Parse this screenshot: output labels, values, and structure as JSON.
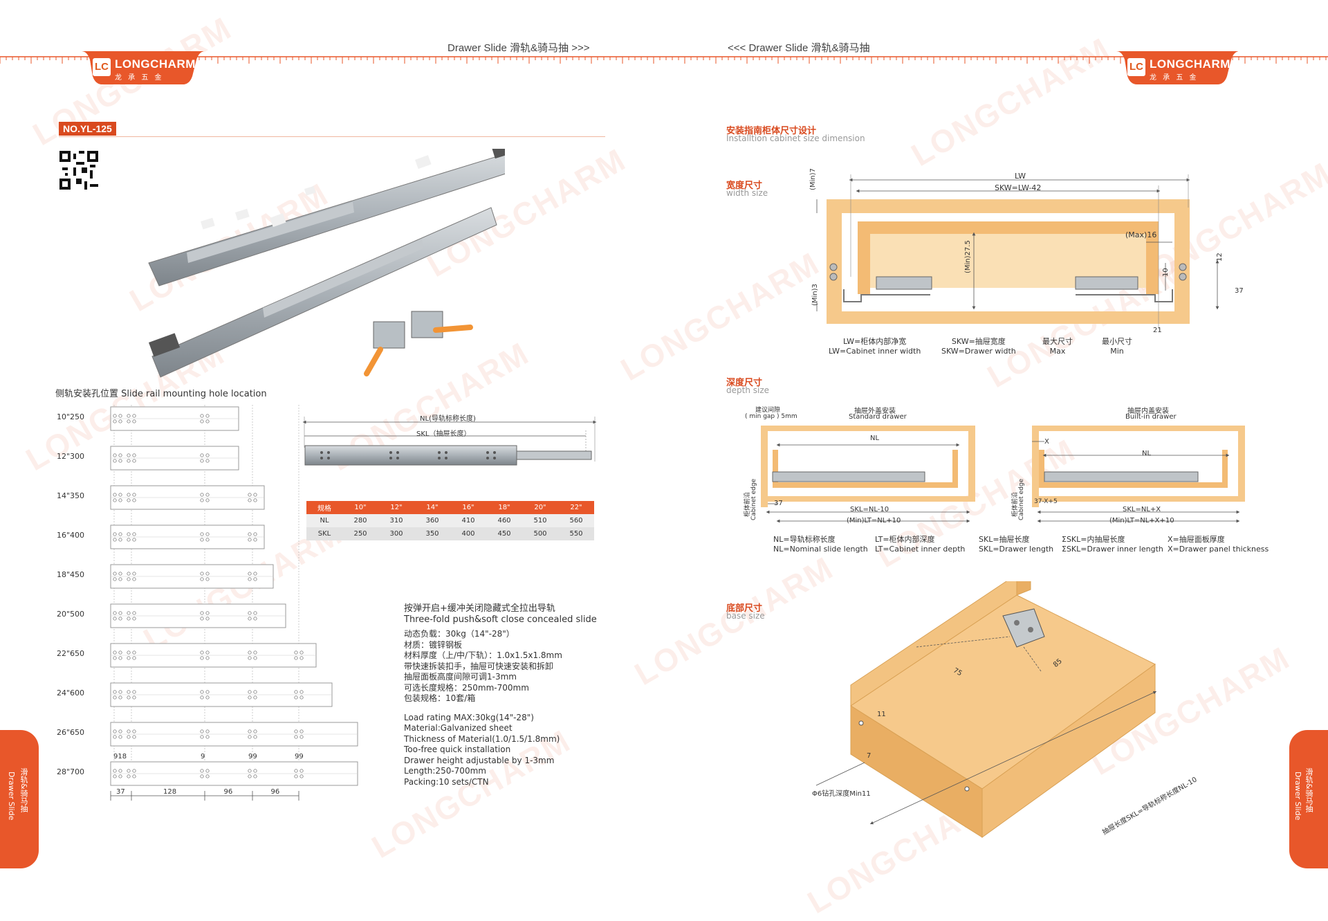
{
  "header": {
    "left_title": "Drawer Slide  滑轨&骑马抽  >>>",
    "right_title": "<<<  Drawer Slide  滑轨&骑马抽",
    "brand": "LONGCHARM",
    "brand_cn": "龙 承 五 金",
    "logo_mark": "LC"
  },
  "watermark": "LONGCHARM",
  "side_tab": {
    "cn": "滑轨&骑马抽",
    "en": "Drawer Slide"
  },
  "left_page": {
    "model": "NO.YL-125",
    "mount_title": "侧轨安装孔位置  Slide rail mounting hole location",
    "sizes": [
      "10\"250",
      "12\"300",
      "14\"350",
      "16\"400",
      "18\"450",
      "20\"500",
      "22\"650",
      "24\"600",
      "26\"650",
      "28\"700"
    ],
    "hole_labels": [
      "918",
      "9",
      "99",
      "99"
    ],
    "bottom_dims": [
      "37",
      "128",
      "96",
      "96"
    ],
    "slide_diagram": {
      "nl_label": "NL(导轨标称长度)",
      "skl_label": "SKL（抽屉长度）"
    },
    "spec_table": {
      "header": [
        "规格",
        "10\"",
        "12\"",
        "14\"",
        "16\"",
        "18\"",
        "20\"",
        "22\""
      ],
      "rows": [
        [
          "NL",
          "280",
          "310",
          "360",
          "410",
          "460",
          "510",
          "560"
        ],
        [
          "SKL",
          "250",
          "300",
          "350",
          "400",
          "450",
          "500",
          "550"
        ]
      ]
    },
    "description": {
      "title_cn": "按弹开启+缓冲关闭隐藏式全拉出导轨",
      "title_en": "Three-fold push&soft close concealed slide",
      "cn_lines": [
        "动态负载：30kg（14\"-28\"）",
        "材质：镀锌钢板",
        "材料厚度（上/中/下轨）：1.0x1.5x1.8mm",
        "带快速拆装扣手，抽屉可快速安装和拆卸",
        "抽屉面板高度间隙可调1-3mm",
        "可选长度规格：250mm-700mm",
        "包装规格：10套/箱"
      ],
      "en_lines": [
        "Load rating MAX:30kg(14\"-28\")",
        "Material:Galvanized sheet",
        "Thickness of Material(1.0/1.5/1.8mm)",
        "Too-free quick installation",
        "Drawer height adjustable by 1-3mm",
        "Length:250-700mm",
        "Packing:10 sets/CTN"
      ]
    }
  },
  "right_page": {
    "install_title": "安装指南柜体尺寸设计",
    "install_sub": "Installtion cabinet size dimension",
    "width_title": "宽度尺寸",
    "width_sub": "width size",
    "width_dims": {
      "lw": "LW",
      "skw": "SKW=LW-42",
      "min7": "(Min)7",
      "max16": "(Max)16",
      "min275": "(Min)27.5",
      "min3": "(Min)3",
      "d10": "10",
      "d12": "12",
      "d37": "37",
      "d21": "21"
    },
    "width_legend": [
      [
        "LW=柜体内部净宽",
        "LW=Cabinet inner width"
      ],
      [
        "SKW=抽屉宽度",
        "SKW=Drawer width"
      ],
      [
        "最大尺寸",
        "Max"
      ],
      [
        "最小尺寸",
        "Min"
      ]
    ],
    "depth_title": "深度尺寸",
    "depth_sub": "depth size",
    "depth_left": {
      "gap_cn": "建议间隙",
      "gap_en": "( min gap ) 5mm",
      "title_cn": "抽屉外盖安装",
      "title_en": "Standard drawer",
      "nl": "NL",
      "d37": "37",
      "skl": "SKL=NL-10",
      "lt": "(Min)LT=NL+10",
      "edge_cn": "柜体前沿",
      "edge_en": "Cabinet edge"
    },
    "depth_right": {
      "title_cn": "抽屉内盖安装",
      "title_en": "Built-in drawer",
      "x": "X",
      "nl": "NL",
      "d37x5": "37-X+5",
      "skl": "SKL=NL+X",
      "lt": "(Min)LT=NL+X+10",
      "edge_cn": "柜体前沿",
      "edge_en": "Cabinet edge"
    },
    "depth_legend": [
      [
        "NL=导轨标称长度",
        "NL=Nominal slide length"
      ],
      [
        "LT=柜体内部深度",
        "LT=Cabinet inner depth"
      ],
      [
        "SKL=抽屉长度",
        "SKL=Drawer length"
      ],
      [
        "ΣSKL=内抽屉长度",
        "ΣSKL=Drawer inner length"
      ],
      [
        "X=抽屉面板厚度",
        "X=Drawer panel thickness"
      ]
    ],
    "base_title": "底部尺寸",
    "base_sub": "base size",
    "base_dims": {
      "d75": "75",
      "d85": "85",
      "d11": "11",
      "d7": "7",
      "hole": "Φ6钻孔深度Min11",
      "length": "抽屉长度SKL=导轨标称长度NL-10"
    }
  },
  "colors": {
    "accent": "#e8572a",
    "wood": "#f6c98b",
    "wood_dark": "#e6a85c",
    "steel": "#a9b0b6"
  }
}
